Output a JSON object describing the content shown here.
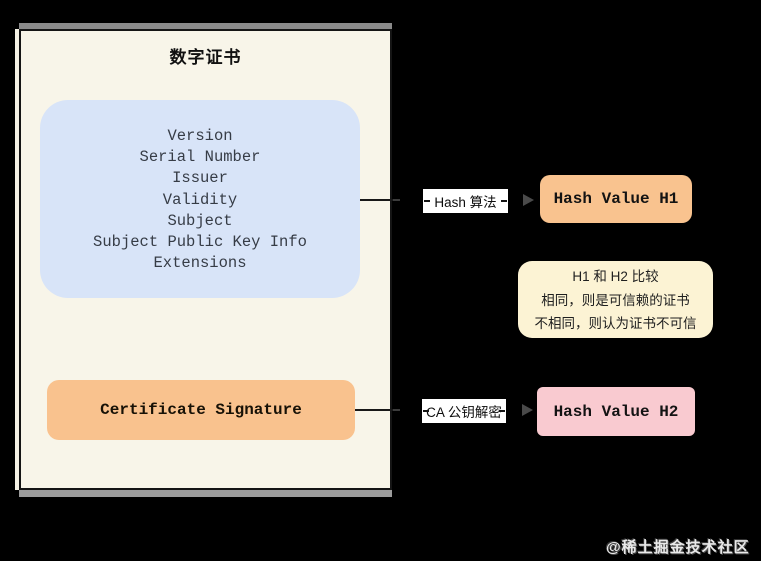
{
  "certificate": {
    "title": "数字证书",
    "fields": [
      "Version",
      "Serial Number",
      "Issuer",
      "Validity",
      "Subject",
      "Subject Public Key Info",
      "Extensions"
    ],
    "signature_label": "Certificate Signature"
  },
  "connectors": {
    "hash_algorithm_label": "Hash 算法",
    "ca_decrypt_label": "CA 公钥解密"
  },
  "results": {
    "h1_label": "Hash Value H1",
    "h2_label": "Hash Value H2"
  },
  "note": {
    "lines": [
      "H1 和 H2 比较",
      "相同，则是可信赖的证书",
      "不相同，则认为证书不可信"
    ]
  },
  "watermark": "@稀土掘金技术社区",
  "colors": {
    "page_background": "#000000",
    "certificate_background": "#f8f5e9",
    "certificate_border": "#151515",
    "fields_box": "#d8e4f8",
    "signature_box": "#f9c28e",
    "h1_box": "#f9c38f",
    "h2_box": "#f9cad0",
    "note_box": "#fcf3d4",
    "label_background": "#ffffff",
    "halo_gray": "#9b9b9b"
  }
}
